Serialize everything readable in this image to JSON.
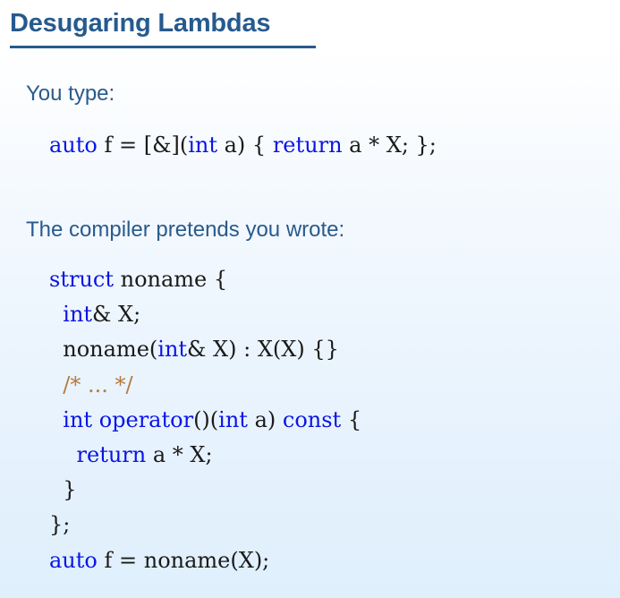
{
  "slide": {
    "title": "Desugaring Lambdas",
    "accent_color": "#265a8e",
    "keyword_color": "#0a14e6",
    "comment_color": "#b9793a"
  },
  "section_1": {
    "label": "You type:",
    "code_lines": [
      [
        {
          "t": "kw",
          "s": "auto"
        },
        {
          "t": "plain",
          "s": " f = [&]("
        },
        {
          "t": "kw",
          "s": "int"
        },
        {
          "t": "plain",
          "s": " a) { "
        },
        {
          "t": "kw",
          "s": "return"
        },
        {
          "t": "plain",
          "s": " a * X; };"
        }
      ]
    ]
  },
  "section_2": {
    "label": "The compiler pretends you wrote:",
    "code_lines": [
      [
        {
          "t": "kw",
          "s": "struct"
        },
        {
          "t": "plain",
          "s": " noname {"
        }
      ],
      [
        {
          "t": "plain",
          "s": "  "
        },
        {
          "t": "kw",
          "s": "int"
        },
        {
          "t": "plain",
          "s": "& X;"
        }
      ],
      [
        {
          "t": "plain",
          "s": "  noname("
        },
        {
          "t": "kw",
          "s": "int"
        },
        {
          "t": "plain",
          "s": "& X) : X(X) {}"
        }
      ],
      [
        {
          "t": "plain",
          "s": "  "
        },
        {
          "t": "cm",
          "s": "/* ... */"
        }
      ],
      [
        {
          "t": "plain",
          "s": "  "
        },
        {
          "t": "kw",
          "s": "int"
        },
        {
          "t": "plain",
          "s": " "
        },
        {
          "t": "kw",
          "s": "operator"
        },
        {
          "t": "plain",
          "s": "()("
        },
        {
          "t": "kw",
          "s": "int"
        },
        {
          "t": "plain",
          "s": " a) "
        },
        {
          "t": "kw",
          "s": "const"
        },
        {
          "t": "plain",
          "s": " {"
        }
      ],
      [
        {
          "t": "plain",
          "s": "    "
        },
        {
          "t": "kw",
          "s": "return"
        },
        {
          "t": "plain",
          "s": " a * X;"
        }
      ],
      [
        {
          "t": "plain",
          "s": "  }"
        }
      ],
      [
        {
          "t": "plain",
          "s": "};"
        }
      ],
      [
        {
          "t": "kw",
          "s": "auto"
        },
        {
          "t": "plain",
          "s": " f = noname(X);"
        }
      ]
    ]
  }
}
